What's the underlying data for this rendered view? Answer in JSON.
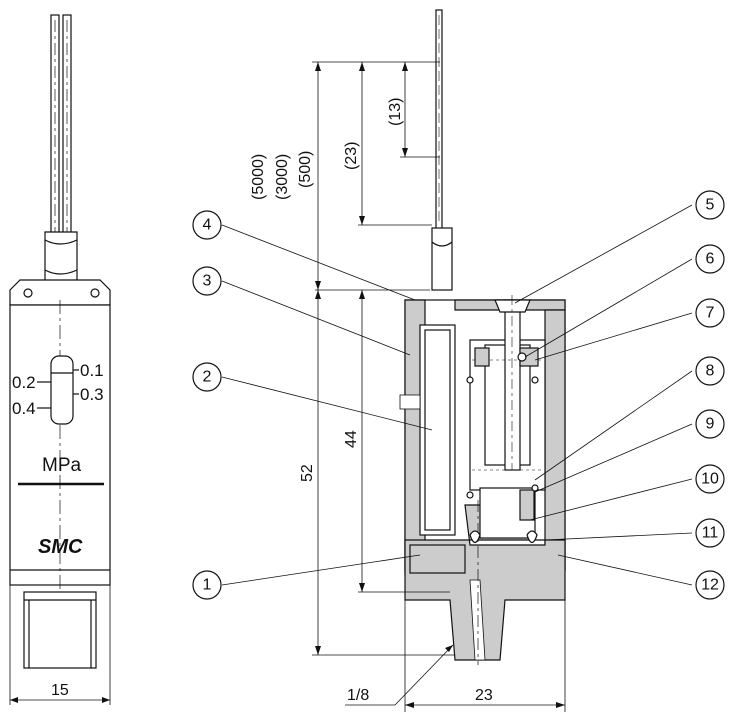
{
  "front_view": {
    "scale_labels": [
      "0.2",
      "0.1",
      "0.4",
      "0.3"
    ],
    "unit": "MPa",
    "logo": "SMC",
    "width_dim": "15"
  },
  "section_view": {
    "dims": {
      "d5000": "(5000)",
      "d3000": "(3000)",
      "d500": "(500)",
      "d23": "(23)",
      "d13": "(13)",
      "d52": "52",
      "d44": "44",
      "port": "1/8",
      "width": "23"
    },
    "callouts": [
      "1",
      "2",
      "3",
      "4",
      "5",
      "6",
      "7",
      "8",
      "9",
      "10",
      "11",
      "12"
    ]
  }
}
